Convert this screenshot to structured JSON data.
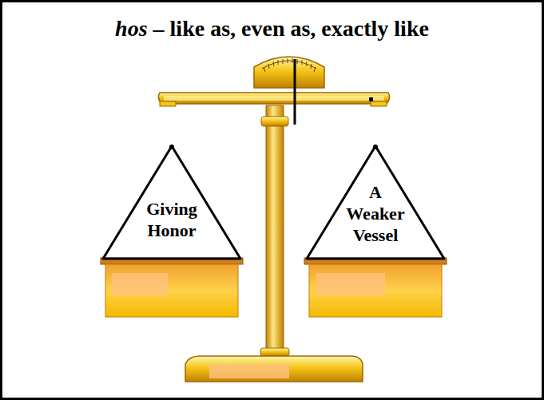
{
  "diagram": {
    "title": "hos – like as, even as, exactly like",
    "nodes": [
      {
        "text": [
          "Giving Honor"
        ]
      },
      {
        "text": [
          "A Weaker Vessel"
        ]
      }
    ]
  }
}
